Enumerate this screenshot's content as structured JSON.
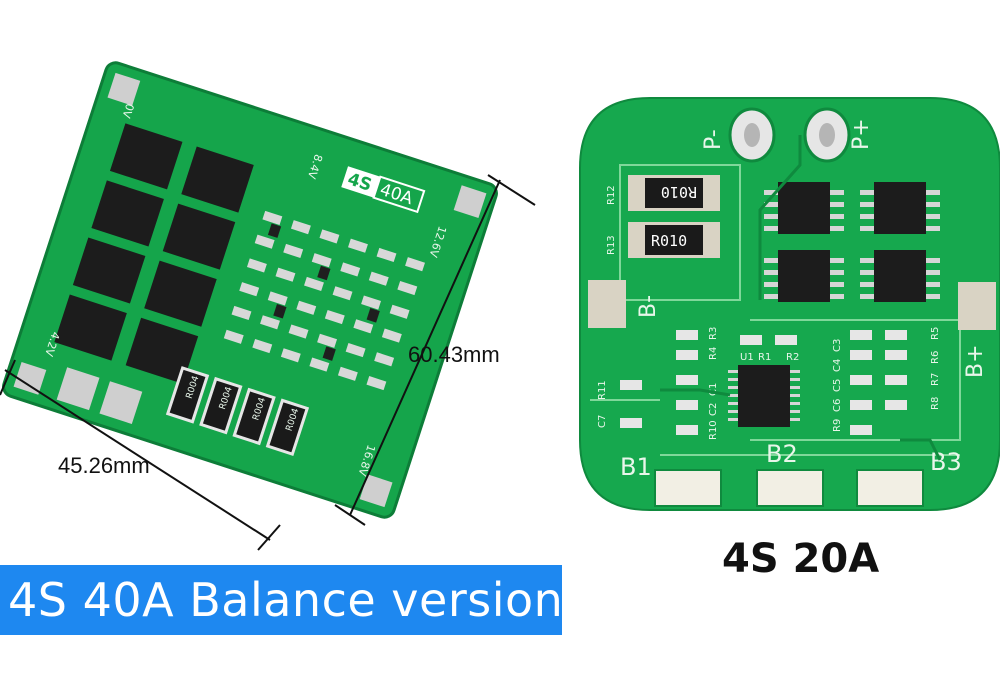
{
  "left_board": {
    "badge_cells": "4S",
    "badge_current": "40A",
    "silk_volts_top": "12.6V",
    "silk_volts_left": "8.4V",
    "silk_volts_bottom": "16.8V",
    "silk_volts_corner": "4.2V",
    "silk_zero": "0V",
    "resistor_labels": [
      "R004",
      "R004",
      "R004",
      "R004"
    ]
  },
  "dimensions": {
    "height_label": "60.43mm",
    "width_label": "45.26mm"
  },
  "banner": {
    "text": "4S 40A Balance version",
    "color": "#1e88f0"
  },
  "right_board": {
    "pad_labels": [
      "P-",
      "P+",
      "B-",
      "B+",
      "B1",
      "B2",
      "B3"
    ],
    "resistor_labels": [
      "R010",
      "R010"
    ],
    "silk_refs": [
      "R12",
      "R13",
      "U1",
      "R1",
      "R2",
      "R3",
      "R4",
      "R5",
      "R6",
      "R7",
      "R8",
      "R9",
      "R10",
      "R11",
      "C1",
      "C2",
      "C3",
      "C4",
      "C5",
      "C6",
      "C7"
    ]
  },
  "caption": {
    "text": "4S 20A"
  },
  "colors": {
    "pcb_green": "#16a84e",
    "pcb_dark": "#0f8a3e",
    "mosfet": "#1c1c1c",
    "pad": "#d9d3c4"
  }
}
